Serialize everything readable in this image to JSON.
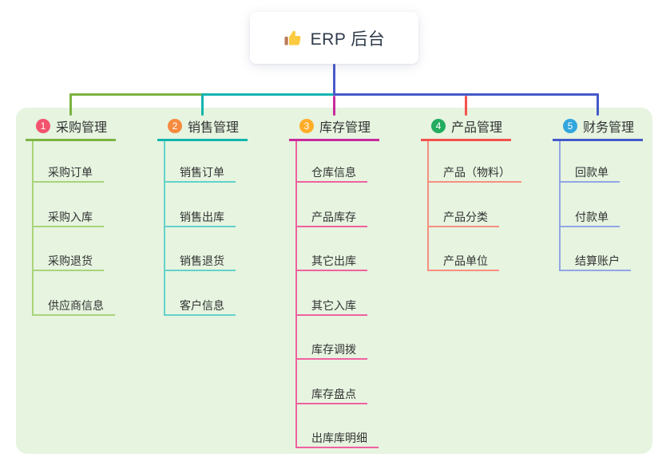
{
  "root": {
    "label": "ERP 后台",
    "icon": "thumbs-up-icon"
  },
  "colors": {
    "page_bg": "#ffffff",
    "board_bg": "#E6F4E0",
    "root_card_bg": "#ffffff",
    "root_text": "#2F3B4C",
    "node_text": "#333333",
    "root_line": "#4A5AC8"
  },
  "branches": [
    {
      "badge": "1",
      "label": "采购管理",
      "badge_color": "#F2536D",
      "line_color": "#7CB342",
      "child_line_color": "#A9D47A",
      "children": [
        "采购订单",
        "采购入库",
        "采购退货",
        "供应商信息"
      ]
    },
    {
      "badge": "2",
      "label": "销售管理",
      "badge_color": "#F68B3F",
      "line_color": "#13B5AE",
      "child_line_color": "#63D2CA",
      "children": [
        "销售订单",
        "销售出库",
        "销售退货",
        "客户信息"
      ]
    },
    {
      "badge": "3",
      "label": "库存管理",
      "badge_color": "#FFAD29",
      "line_color": "#C82A9C",
      "child_line_color": "#F0619F",
      "children": [
        "仓库信息",
        "产品库存",
        "其它出库",
        "其它入库",
        "库存调拨",
        "库存盘点",
        "出库库明细"
      ]
    },
    {
      "badge": "4",
      "label": "产品管理",
      "badge_color": "#22AC5F",
      "line_color": "#F4514C",
      "child_line_color": "#F78F80",
      "children": [
        "产品（物料）",
        "产品分类",
        "产品单位"
      ]
    },
    {
      "badge": "5",
      "label": "财务管理",
      "badge_color": "#32A6DE",
      "line_color": "#4459C9",
      "child_line_color": "#93A5E5",
      "children": [
        "回款单",
        "付款单",
        "结算账户"
      ]
    }
  ]
}
